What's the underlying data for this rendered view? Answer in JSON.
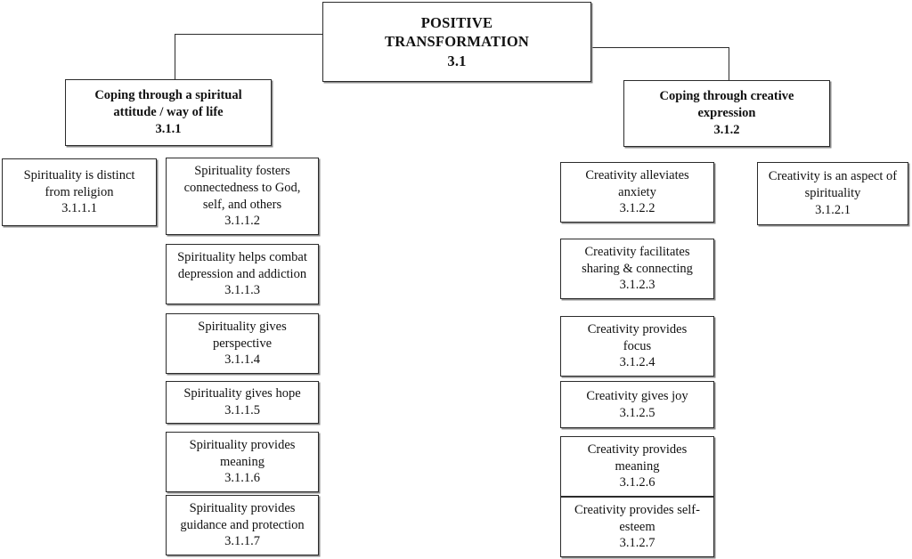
{
  "diagram": {
    "title": "Positive Transformation thematic hierarchy",
    "root": {
      "label_line1": "POSITIVE",
      "label_line2": "TRANSFORMATION",
      "code": "3.1"
    },
    "branches": [
      {
        "id": "branch-left",
        "label_line1": "Coping through a spiritual",
        "label_line2": "attitude / way of life",
        "code": "3.1.1"
      },
      {
        "id": "branch-right",
        "label_line1": "Coping through creative",
        "label_line2": "expression",
        "code": "3.1.2"
      }
    ],
    "leaves_left_col1": [
      {
        "id": "leaf-3-1-1-1",
        "line1": "Spirituality is distinct",
        "line2": "from religion",
        "line3": "",
        "code": "3.1.1.1"
      }
    ],
    "leaves_left_col2": [
      {
        "id": "leaf-3-1-1-2",
        "line1": "Spirituality fosters",
        "line2": "connectedness to God,",
        "line3": "self, and others",
        "code": "3.1.1.2"
      },
      {
        "id": "leaf-3-1-1-3",
        "line1": "Spirituality helps combat",
        "line2": "depression and addiction",
        "line3": "",
        "code": "3.1.1.3"
      },
      {
        "id": "leaf-3-1-1-4",
        "line1": "Spirituality gives",
        "line2": "perspective",
        "line3": "",
        "code": "3.1.1.4"
      },
      {
        "id": "leaf-3-1-1-5",
        "line1": "Spirituality gives hope",
        "line2": "",
        "line3": "",
        "code": "3.1.1.5"
      },
      {
        "id": "leaf-3-1-1-6",
        "line1": "Spirituality provides",
        "line2": "meaning",
        "line3": "",
        "code": "3.1.1.6"
      },
      {
        "id": "leaf-3-1-1-7",
        "line1": "Spirituality provides",
        "line2": "guidance and protection",
        "line3": "",
        "code": "3.1.1.7"
      }
    ],
    "leaves_right_col1": [
      {
        "id": "leaf-3-1-2-2",
        "line1": "Creativity alleviates",
        "line2": "anxiety",
        "line3": "",
        "code": "3.1.2.2"
      },
      {
        "id": "leaf-3-1-2-3",
        "line1": "Creativity facilitates",
        "line2": "sharing & connecting",
        "line3": "",
        "code": "3.1.2.3"
      },
      {
        "id": "leaf-3-1-2-4",
        "line1": "Creativity provides",
        "line2": "focus",
        "line3": "",
        "code": "3.1.2.4"
      },
      {
        "id": "leaf-3-1-2-5",
        "line1": "Creativity gives joy",
        "line2": "",
        "line3": "",
        "code": "3.1.2.5"
      },
      {
        "id": "leaf-3-1-2-6",
        "line1": "Creativity provides",
        "line2": "meaning",
        "line3": "",
        "code": "3.1.2.6"
      },
      {
        "id": "leaf-3-1-2-7",
        "line1": "Creativity provides self-",
        "line2": "esteem",
        "line3": "",
        "code": "3.1.2.7"
      }
    ],
    "leaves_right_col2": [
      {
        "id": "leaf-3-1-2-1",
        "line1": "Creativity is an aspect of",
        "line2": "spirituality",
        "line3": "",
        "code": "3.1.2.1"
      }
    ],
    "colors": {
      "border": "#2b2b2b",
      "shadow": "#8a8a8a",
      "text": "#111111",
      "background": "#ffffff"
    }
  }
}
